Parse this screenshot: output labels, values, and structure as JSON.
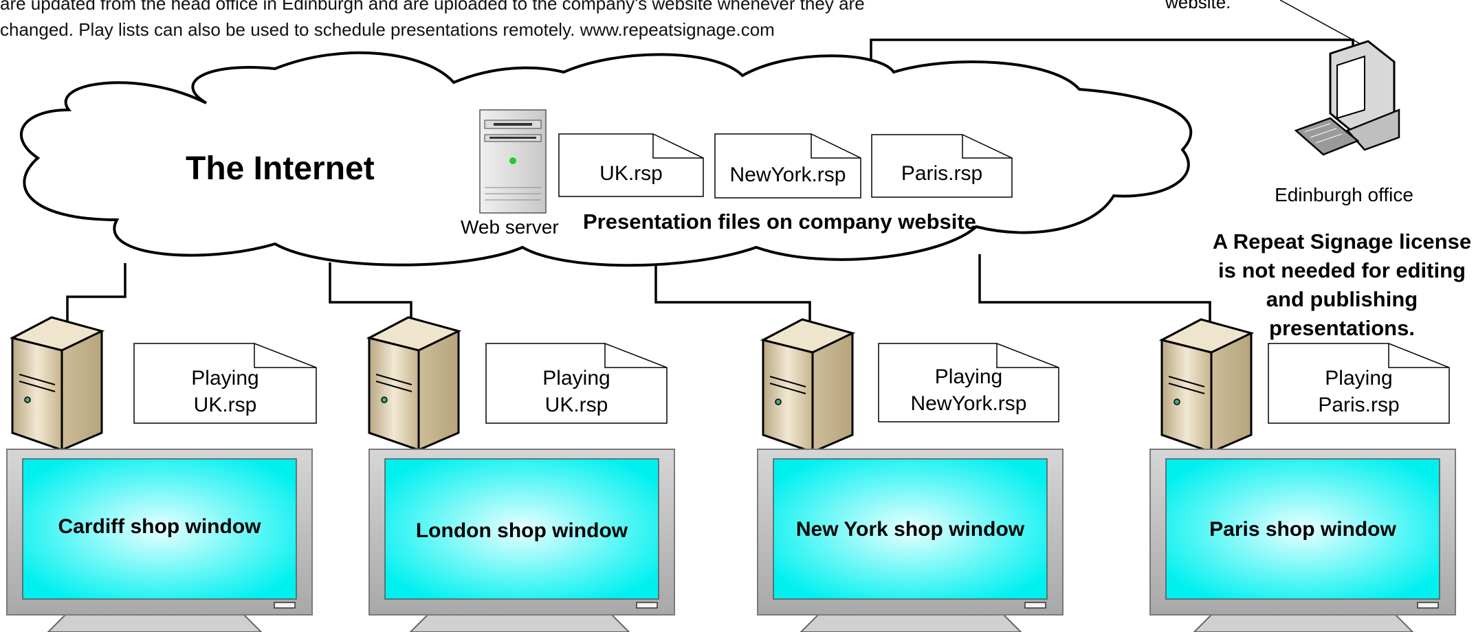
{
  "intro_text": {
    "line1": "are updated from the head office in Edinburgh and are uploaded to the company's website whenever they are",
    "line2": "changed.   Play lists can also be used to schedule presentations remotely.  www.repeatsignage.com"
  },
  "internet": {
    "label": "The Internet"
  },
  "web_server": {
    "label": "Web server",
    "icon": "server-tower-icon"
  },
  "presentation_files": {
    "caption": "Presentation files on company website",
    "files": [
      "UK.rsp",
      "NewYork.rsp",
      "Paris.rsp"
    ]
  },
  "edinburgh": {
    "top_text": "website.",
    "label": "Edinburgh office",
    "icon": "desktop-computer-icon",
    "license_note": "A Repeat Signage license is not needed for editing and publishing presentations."
  },
  "shops": [
    {
      "playing_line1": "Playing",
      "playing_line2": "UK.rsp",
      "screen_label": "Cardiff shop window"
    },
    {
      "playing_line1": "Playing",
      "playing_line2": "UK.rsp",
      "screen_label": "London shop window"
    },
    {
      "playing_line1": "Playing",
      "playing_line2": "NewYork.rsp",
      "screen_label": "New York shop window"
    },
    {
      "playing_line1": "Playing",
      "playing_line2": "Paris.rsp",
      "screen_label": "Paris shop window"
    }
  ],
  "colors": {
    "screen": "#00f0f0",
    "screen_center": "#e8ffff",
    "tower": "#d8c9a6",
    "line": "#000000"
  }
}
